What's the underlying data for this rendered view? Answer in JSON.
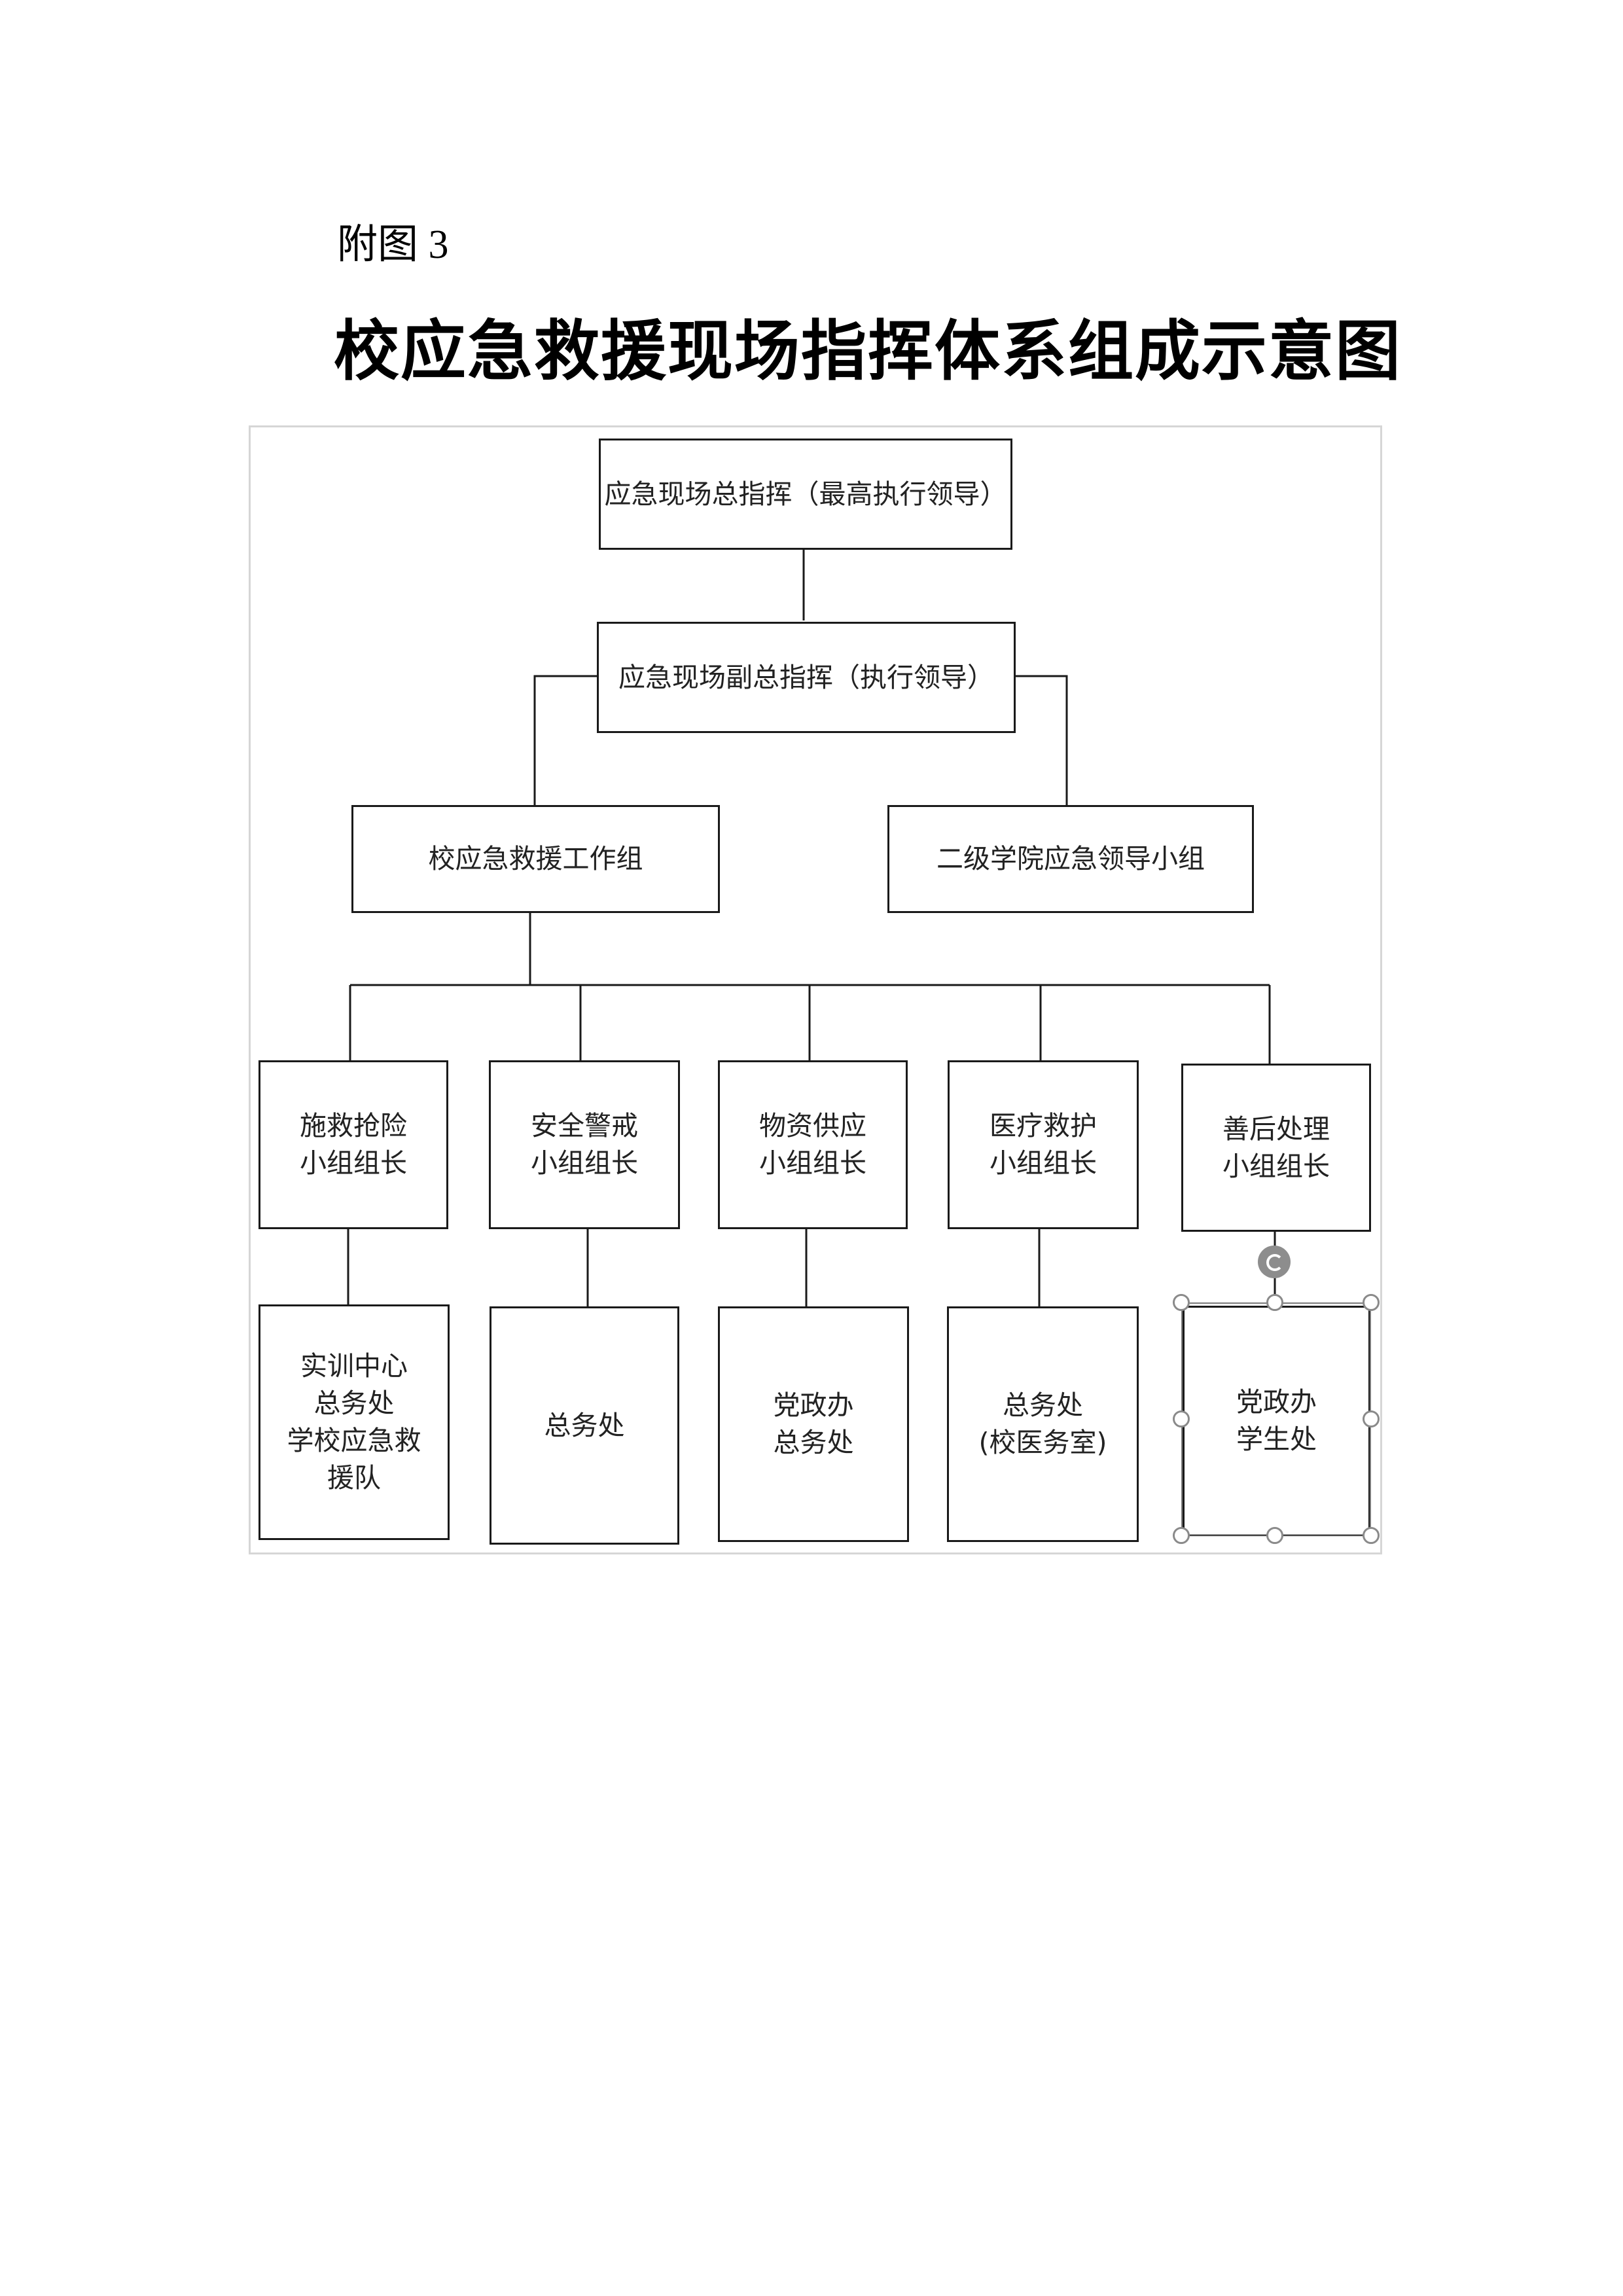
{
  "caption": "附图 3",
  "title": "校应急救援现场指挥体系组成示意图",
  "org": {
    "top": "应急现场总指挥（最高执行领导）",
    "deputy": "应急现场副总指挥（执行领导）",
    "left_group": "校应急救援工作组",
    "right_group": "二级学院应急领导小组",
    "leaders": [
      {
        "line1": "施救抢险",
        "line2": "小组组长"
      },
      {
        "line1": "安全警戒",
        "line2": "小组组长"
      },
      {
        "line1": "物资供应",
        "line2": "小组组长"
      },
      {
        "line1": "医疗救护",
        "line2": "小组组长"
      },
      {
        "line1": "善后处理",
        "line2": "小组组长"
      }
    ],
    "departments": [
      {
        "lines": [
          "实训中心",
          "总务处",
          "学校应急救",
          "援队"
        ]
      },
      {
        "lines": [
          "总务处"
        ]
      },
      {
        "lines": [
          "党政办",
          "总务处"
        ]
      },
      {
        "lines": [
          "总务处",
          "(校医务室)"
        ]
      },
      {
        "lines": [
          "党政办",
          "学生处"
        ]
      }
    ]
  }
}
